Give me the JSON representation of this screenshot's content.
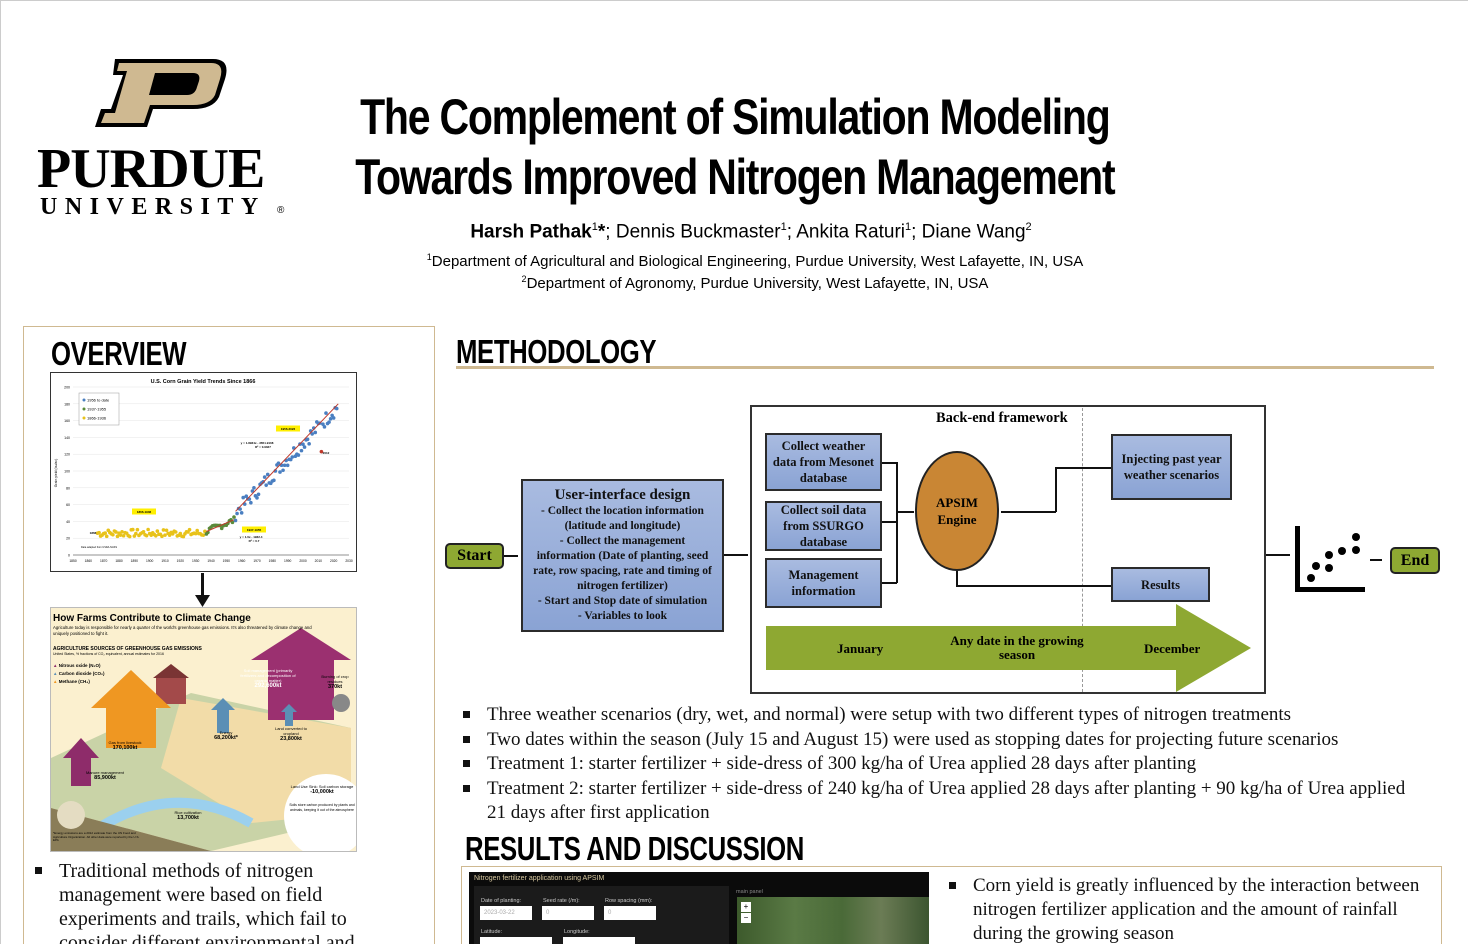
{
  "logo": {
    "wordmark": "PURDUE",
    "subtitle": "UNIVERSITY",
    "registered": "®"
  },
  "title": {
    "line1": "The Complement of Simulation Modeling",
    "line2": "Towards Improved Nitrogen Management"
  },
  "authors": {
    "lead": "Harsh Pathak",
    "lead_sup": "1",
    "star": "*",
    "rest": "; Dennis Buckmaster",
    "s2": "1",
    "a3": "; Ankita Raturi",
    "s3": "1",
    "a4": "; Diane Wang",
    "s4": "2"
  },
  "affiliations": [
    {
      "sup": "1",
      "text": "Department of Agricultural and Biological Engineering, Purdue University, West Lafayette, IN, USA"
    },
    {
      "sup": "2",
      "text": "Department of Agronomy, Purdue University, West Lafayette, IN, USA"
    }
  ],
  "overview": {
    "heading": "OVERVIEW",
    "yield_chart": {
      "title": "U.S. Corn Grain Yield Trends Since 1866",
      "ylabel": "Grain yield (bu/ac)",
      "yticks": [
        "0",
        "20",
        "40",
        "60",
        "80",
        "100",
        "120",
        "140",
        "160",
        "180",
        "200"
      ],
      "xticks": [
        "1850",
        "1860",
        "1870",
        "1880",
        "1890",
        "1900",
        "1910",
        "1920",
        "1930",
        "1940",
        "1950",
        "1960",
        "1970",
        "1980",
        "1990",
        "2000",
        "2010",
        "2020",
        "2030"
      ],
      "legend": [
        "1956 to date",
        "1937-1955",
        "1866-1936"
      ],
      "labels": {
        "p1": "1866-1936",
        "p2": "1937-1955",
        "p3": "1956-2022",
        "y2012": "2012",
        "start": "1866",
        "eq3": "y = 1.8934x - 3651.9108",
        "r3": "R² = 0.9327",
        "eq2": "y = 1.0x - 1932.4",
        "r2": "R² = 0.7",
        "source": "Data adapted from USDA-NASS"
      },
      "colors": {
        "modern": "#4a7fc1",
        "mid": "#5a8a3a",
        "early": "#e8c21a",
        "trend": "#c0392b"
      }
    },
    "infographic": {
      "title": "How Farms Contribute to Climate Change",
      "intro": "Agriculture today is responsible for nearly a quarter of the world's greenhouse gas emissions. It's also threatened by climate change and uniquely positioned to fight it.",
      "subhead": "AGRICULTURE SOURCES OF GREENHOUSE GAS EMISSIONS",
      "subnote": "United States, % fractions of CO₂ equivalent, annual estimates for 2016",
      "legend": [
        "Nitrous oxide (N₂O)",
        "Carbon dioxide (CO₂)",
        "Methane (CH₄)"
      ],
      "items": {
        "soil": "Soil management (primarily fertilizers and decomposition of organic matter)",
        "soil_val": "292,600kt",
        "burn": "Burning of crop residues",
        "burn_val": "370kt",
        "livestock": "Gas from livestock",
        "livestock_val": "170,100kt",
        "energy": "Energy",
        "energy_val": "68,200kt*",
        "land": "Land converted to cropland",
        "land_val": "23,800kt",
        "manure": "Manure management",
        "manure_val": "85,900kt",
        "rice": "Rice cultivation",
        "rice_val": "13,700kt",
        "sink": "Land Use Sink: Soil carbon storage",
        "sink_val": "-10,000kt",
        "sink_note": "Soils store carbon produced by plants and animals, keeping it out of the atmosphere",
        "footnote": "*Energy emissions are a 2012 estimate from the UN Food and Agriculture Organization. All other data were reported by the U.S. EPA"
      },
      "watermark": "inside climate news"
    },
    "bullets": [
      "Traditional methods of nitrogen management were based on field experiments and trails, which fail to consider different environmental and"
    ]
  },
  "methodology": {
    "heading": "METHODOLOGY",
    "flow": {
      "start": "Start",
      "end": "End",
      "ui_title": "User-interface design",
      "ui_items": [
        "-   Collect the location information (latitude and longitude)",
        "-   Collect the management information (Date of planting, seed rate, row spacing, rate and timing of nitrogen fertilizer)",
        "-   Start and Stop date of simulation",
        "-   Variables to look"
      ],
      "backend": "Back-end framework",
      "weather": "Collect weather data from Mesonet database",
      "soil": "Collect soil data from SSURGO database",
      "management": "Management information",
      "engine": "APSIM Engine",
      "inject": "Injecting past year weather scenarios",
      "results": "Results",
      "timeline": {
        "start": "January",
        "mid": "Any date in the growing season",
        "end": "December"
      }
    },
    "bullets": [
      "Three weather scenarios (dry, wet, and normal) were setup with two different types of nitrogen treatments",
      "Two dates within the season (July 15 and August 15) were used as stopping dates for projecting future scenarios",
      "Treatment 1: starter fertilizer + side-dress of 300 kg/ha of Urea applied 28 days after planting",
      "Treatment 2: starter fertilizer + side-dress of 240 kg/ha of Urea applied 28 days after planting + 90 kg/ha of Urea applied 21 days after first application"
    ]
  },
  "results": {
    "heading": "RESULTS AND DISCUSSION",
    "app": {
      "title": "Nitrogen fertilizer application using APSIM",
      "fields": [
        {
          "label": "Date of planting:",
          "value": "2023-03-22"
        },
        {
          "label": "Seed rate (/m):",
          "value": "0"
        },
        {
          "label": "Row spacing (mm):",
          "value": "0"
        },
        {
          "label": "Latitude:",
          "value": ""
        },
        {
          "label": "Longitude:",
          "value": ""
        }
      ],
      "map_label": "main panel",
      "zoom_in": "+",
      "zoom_out": "−"
    },
    "bullets": [
      "Corn yield is greatly influenced by the interaction between nitrogen fertilizer application and the amount of rainfall during the growing season"
    ]
  },
  "colors": {
    "gold": "#cfb991",
    "black": "#000000",
    "box_blue": "#98afdc",
    "green": "#8ea832",
    "orange": "#c98634"
  }
}
